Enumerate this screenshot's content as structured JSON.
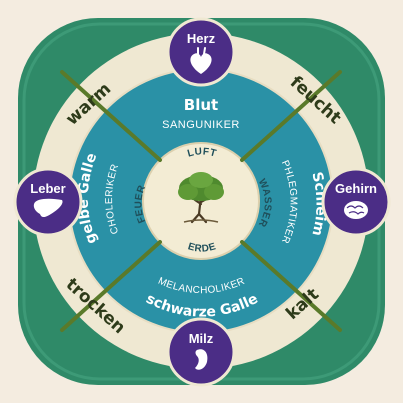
{
  "colors": {
    "background": "#f4ece0",
    "outer_green": "#2f8a68",
    "outer_green_dark": "#23704f",
    "cream_ring": "#efe8d2",
    "teal_ring": "#2a91a6",
    "teal_dark": "#1f7a8e",
    "center": "#f3ecd4",
    "olive_line": "#5a7a2a",
    "purple": "#4b2d86",
    "white": "#ffffff"
  },
  "qualities": {
    "top_left": "warm",
    "top_right": "feucht",
    "bottom_left": "trocken",
    "bottom_right": "kalt"
  },
  "organs": {
    "top": {
      "label": "Herz",
      "icon": "heart-icon"
    },
    "left": {
      "label": "Leber",
      "icon": "liver-icon"
    },
    "right": {
      "label": "Gehirn",
      "icon": "brain-icon"
    },
    "bottom": {
      "label": "Milz",
      "icon": "spleen-icon"
    }
  },
  "humors": {
    "top": {
      "humor": "Blut",
      "temperament": "SANGUNIKER"
    },
    "right": {
      "humor": "Schleim",
      "temperament": "PHLEGMATIKER"
    },
    "bottom": {
      "humor": "schwarze Galle",
      "temperament": "MELANCHOLIKER"
    },
    "left": {
      "humor": "gelbe Galle",
      "temperament": "CHOLERIKER"
    }
  },
  "elements": {
    "top": "LUFT",
    "right": "WASSER",
    "bottom": "ERDE",
    "left": "FEUER"
  },
  "center_icon": "tree-icon"
}
